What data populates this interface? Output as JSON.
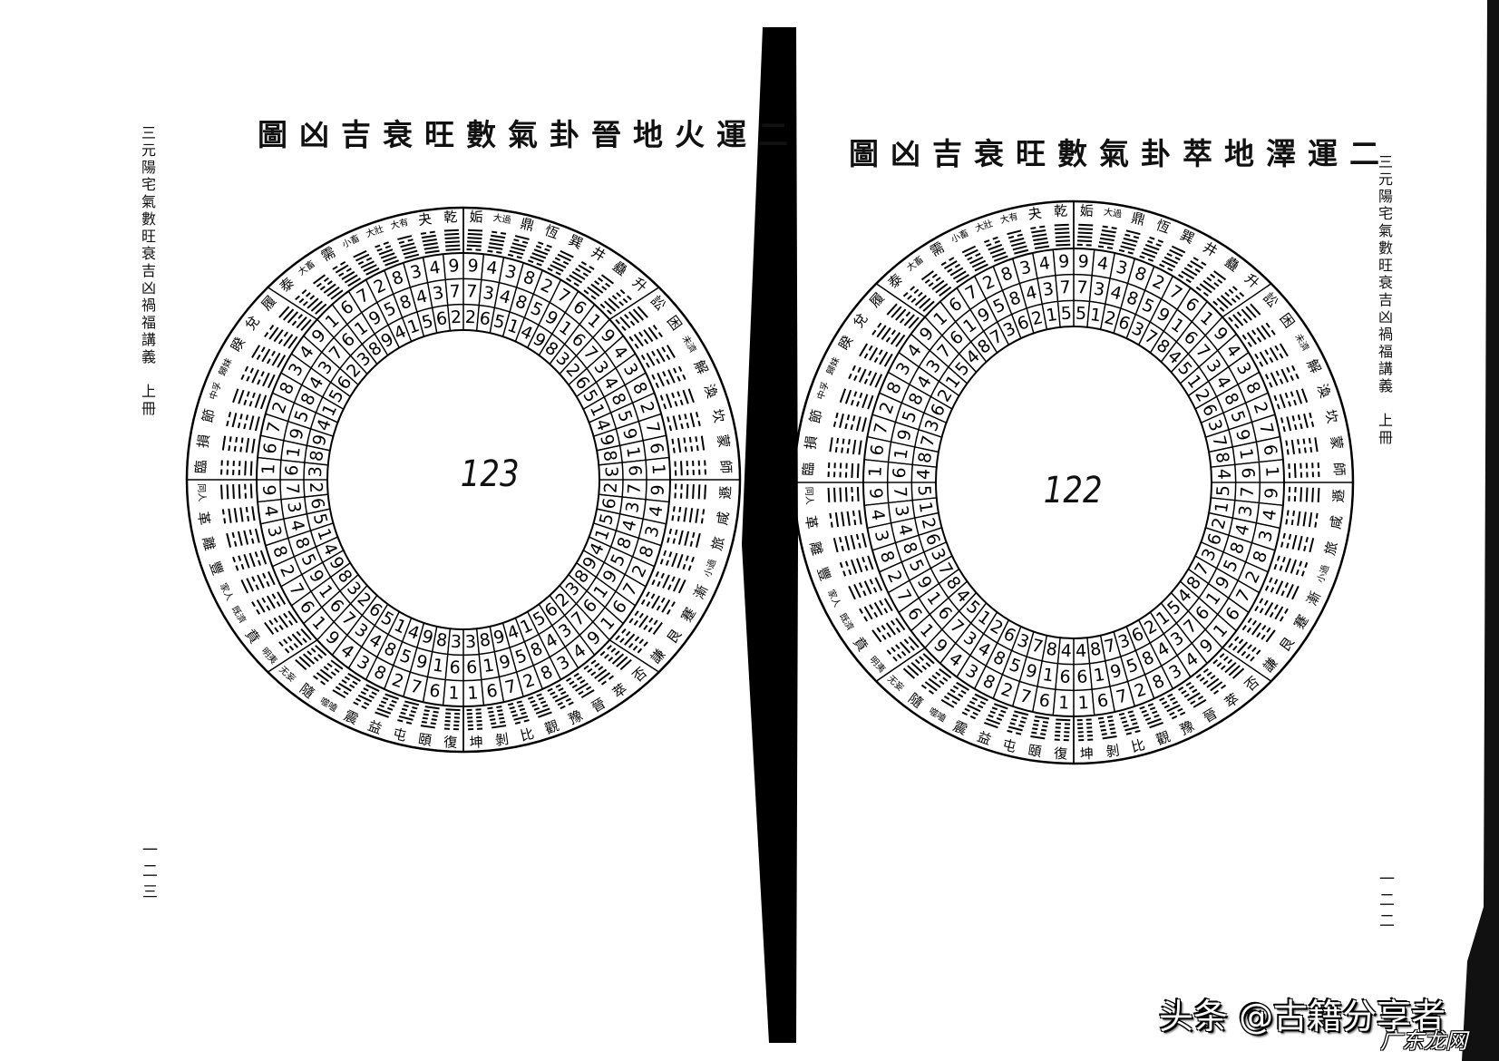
{
  "book_title_side": "三元陽宅氣數旺衰吉凶禍福講義　上冊",
  "hexagram_ring": {
    "right_half_clockwise": [
      "姤",
      "大過",
      "鼎",
      "恆",
      "巽",
      "井",
      "蠱",
      "升",
      "訟",
      "困",
      "未濟",
      "解",
      "渙",
      "坎",
      "蒙",
      "師",
      "遯",
      "咸",
      "旅",
      "小過",
      "漸",
      "蹇",
      "艮",
      "謙",
      "否",
      "萃",
      "晉",
      "豫",
      "觀",
      "比",
      "剝",
      "坤"
    ],
    "left_half_counterclockwise": [
      "乾",
      "夬",
      "大有",
      "大壯",
      "小畜",
      "需",
      "大畜",
      "泰",
      "履",
      "兌",
      "睽",
      "歸妹",
      "中孚",
      "節",
      "損",
      "臨",
      "同人",
      "革",
      "離",
      "豐",
      "家人",
      "既濟",
      "賁",
      "明夷",
      "无妄",
      "隨",
      "噬嗑",
      "震",
      "益",
      "屯",
      "頤",
      "復"
    ]
  },
  "left_page": {
    "title": "二運火地晉卦氣數旺衰吉凶圖",
    "handwritten_number": "123",
    "page_number": "一二三",
    "rings_right_half_clockwise": [
      [
        9,
        4,
        3,
        8,
        2,
        7,
        6,
        1,
        9,
        4,
        3,
        8,
        2,
        7,
        6,
        1,
        9,
        4,
        3,
        8,
        2,
        7,
        6,
        1,
        9,
        4,
        3,
        8,
        2,
        7,
        6,
        1
      ],
      [
        7,
        3,
        4,
        8,
        5,
        9,
        1,
        6,
        7,
        3,
        4,
        8,
        5,
        9,
        1,
        6,
        7,
        3,
        4,
        8,
        5,
        9,
        1,
        6,
        7,
        3,
        4,
        8,
        5,
        9,
        1,
        6
      ],
      [
        2,
        6,
        5,
        1,
        4,
        9,
        8,
        3,
        2,
        6,
        5,
        1,
        4,
        9,
        8,
        3,
        2,
        6,
        5,
        1,
        4,
        9,
        8,
        3,
        2,
        6,
        5,
        1,
        4,
        9,
        8,
        3
      ]
    ]
  },
  "right_page": {
    "title": "二運澤地萃卦氣數旺衰吉凶圖",
    "handwritten_number": "122",
    "page_number": "一二二",
    "rings_right_half_clockwise": [
      [
        9,
        4,
        3,
        8,
        2,
        7,
        6,
        1,
        9,
        4,
        3,
        8,
        2,
        7,
        6,
        1,
        9,
        4,
        3,
        8,
        2,
        7,
        6,
        1,
        9,
        4,
        3,
        8,
        2,
        7,
        6,
        1
      ],
      [
        7,
        3,
        4,
        8,
        5,
        9,
        1,
        6,
        7,
        3,
        4,
        8,
        5,
        9,
        1,
        6,
        7,
        3,
        4,
        8,
        5,
        9,
        1,
        6,
        7,
        3,
        4,
        8,
        5,
        9,
        1,
        6
      ],
      [
        5,
        1,
        2,
        6,
        3,
        7,
        8,
        4,
        5,
        1,
        2,
        6,
        3,
        7,
        8,
        4,
        5,
        1,
        2,
        6,
        3,
        7,
        8,
        4,
        5,
        1,
        2,
        6,
        3,
        7,
        8,
        4
      ]
    ]
  },
  "watermark": {
    "text": "头条 @古籍分享者",
    "site": "广东龙网"
  }
}
